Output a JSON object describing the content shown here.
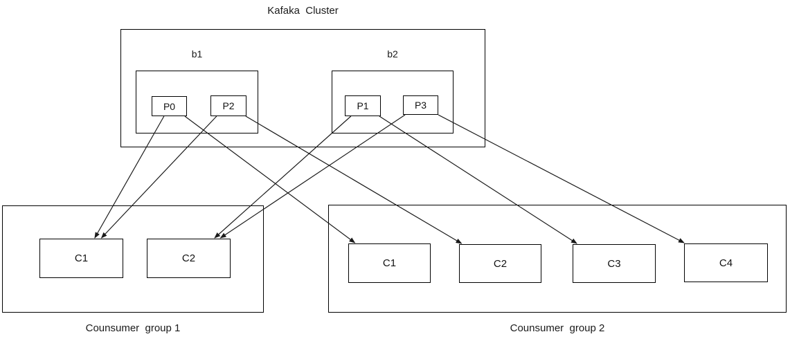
{
  "title": "Kafaka  Cluster",
  "line_color": "#1a1a1a",
  "box_border_color": "#000000",
  "background_color": "#ffffff",
  "brokers": [
    {
      "label": "b1",
      "partitions": [
        {
          "id": "P0",
          "label": "P0"
        },
        {
          "id": "P2",
          "label": "P2"
        }
      ]
    },
    {
      "label": "b2",
      "partitions": [
        {
          "id": "P1",
          "label": "P1"
        },
        {
          "id": "P3",
          "label": "P3"
        }
      ]
    }
  ],
  "groups": [
    {
      "label": "Counsumer  group 1",
      "consumers": [
        {
          "id": "g1C1",
          "label": "C1"
        },
        {
          "id": "g1C2",
          "label": "C2"
        }
      ]
    },
    {
      "label": "Counsumer  group 2",
      "consumers": [
        {
          "id": "g2C1",
          "label": "C1"
        },
        {
          "id": "g2C2",
          "label": "C2"
        },
        {
          "id": "g2C3",
          "label": "C3"
        },
        {
          "id": "g2C4",
          "label": "C4"
        }
      ]
    }
  ],
  "connections": [
    {
      "from": "P0",
      "to": "g1C1",
      "fromX": 0.35,
      "toX": 0.66
    },
    {
      "from": "P2",
      "to": "g1C1",
      "fromX": 0.17,
      "toX": 0.74
    },
    {
      "from": "P1",
      "to": "g1C2",
      "fromX": 0.17,
      "toX": 0.81
    },
    {
      "from": "P3",
      "to": "g1C2",
      "fromX": 0.06,
      "toX": 0.88
    },
    {
      "from": "P0",
      "to": "g2C1",
      "fromX": 0.94,
      "toX": 0.08
    },
    {
      "from": "P2",
      "to": "g2C2",
      "fromX": 0.98,
      "toX": 0.03
    },
    {
      "from": "P1",
      "to": "g2C3",
      "fromX": 0.96,
      "toX": 0.05
    },
    {
      "from": "P3",
      "to": "g2C4",
      "fromX": 1.0,
      "toX": 0.0
    }
  ]
}
